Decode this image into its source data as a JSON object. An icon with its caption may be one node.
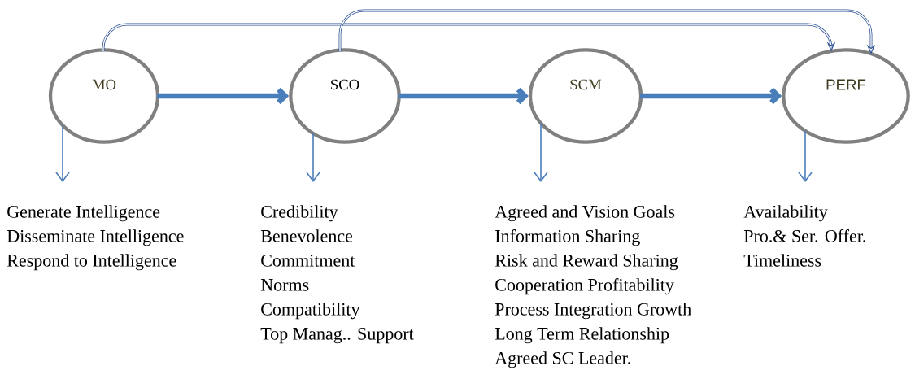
{
  "diagram": {
    "nodes": [
      {
        "text": [
          "MO"
        ]
      },
      {
        "text": [
          "SCO"
        ]
      },
      {
        "text": [
          "SCM"
        ]
      },
      {
        "text": [
          "PERF"
        ]
      },
      {
        "text": [
          "Generate Intelligence",
          "Disseminate Intelligence",
          "Respond to Intelligence"
        ]
      },
      {
        "text": [
          "Credibility",
          "Benevolence",
          "Commitment",
          "Norms",
          "Compatibility",
          "Top Manag.. Support"
        ]
      },
      {
        "text": [
          "Agreed and Vision Goals",
          "Information Sharing",
          "Risk and Reward Sharing",
          "Cooperation Profitability",
          "Process Integration  Growth",
          "Long Term Relationship",
          "Agreed SC Leader."
        ]
      },
      {
        "text": [
          "Availability",
          "Pro.& Ser. Offer.",
          "Timeliness"
        ]
      }
    ],
    "edges": [
      {
        "from": 0,
        "to": 1,
        "arrow": "to",
        "style": "thick"
      },
      {
        "from": 1,
        "to": 2,
        "arrow": "to",
        "style": "thick"
      },
      {
        "from": 2,
        "to": 3,
        "arrow": "to",
        "style": "thick"
      },
      {
        "from": 0,
        "to": 3,
        "arrow": "to",
        "color": "#2f5496"
      },
      {
        "from": 1,
        "to": 3,
        "arrow": "to",
        "color": "#2f5496"
      },
      {
        "from": 0,
        "to": 4,
        "arrow": "to"
      },
      {
        "from": 1,
        "to": 5,
        "arrow": "to"
      },
      {
        "from": 2,
        "to": 6,
        "arrow": "to"
      },
      {
        "from": 3,
        "to": 7,
        "arrow": "to"
      }
    ]
  }
}
